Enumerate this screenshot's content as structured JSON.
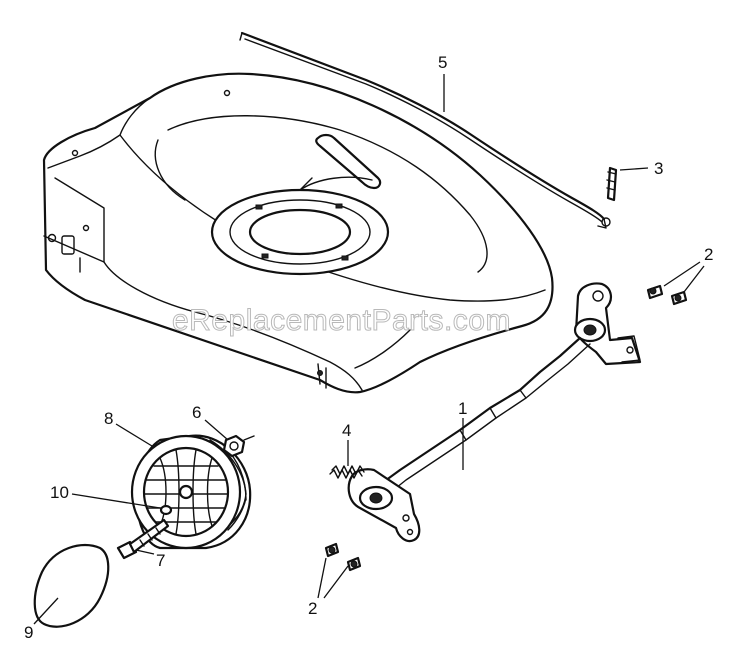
{
  "watermark": "eReplacementParts.com",
  "callouts": [
    {
      "id": "c1",
      "label": "1"
    },
    {
      "id": "c2a",
      "label": "2"
    },
    {
      "id": "c2b",
      "label": "2"
    },
    {
      "id": "c3",
      "label": "3"
    },
    {
      "id": "c4",
      "label": "4"
    },
    {
      "id": "c5",
      "label": "5"
    },
    {
      "id": "c6",
      "label": "6"
    },
    {
      "id": "c7",
      "label": "7"
    },
    {
      "id": "c8",
      "label": "8"
    },
    {
      "id": "c9",
      "label": "9"
    },
    {
      "id": "c10",
      "label": "10"
    }
  ]
}
